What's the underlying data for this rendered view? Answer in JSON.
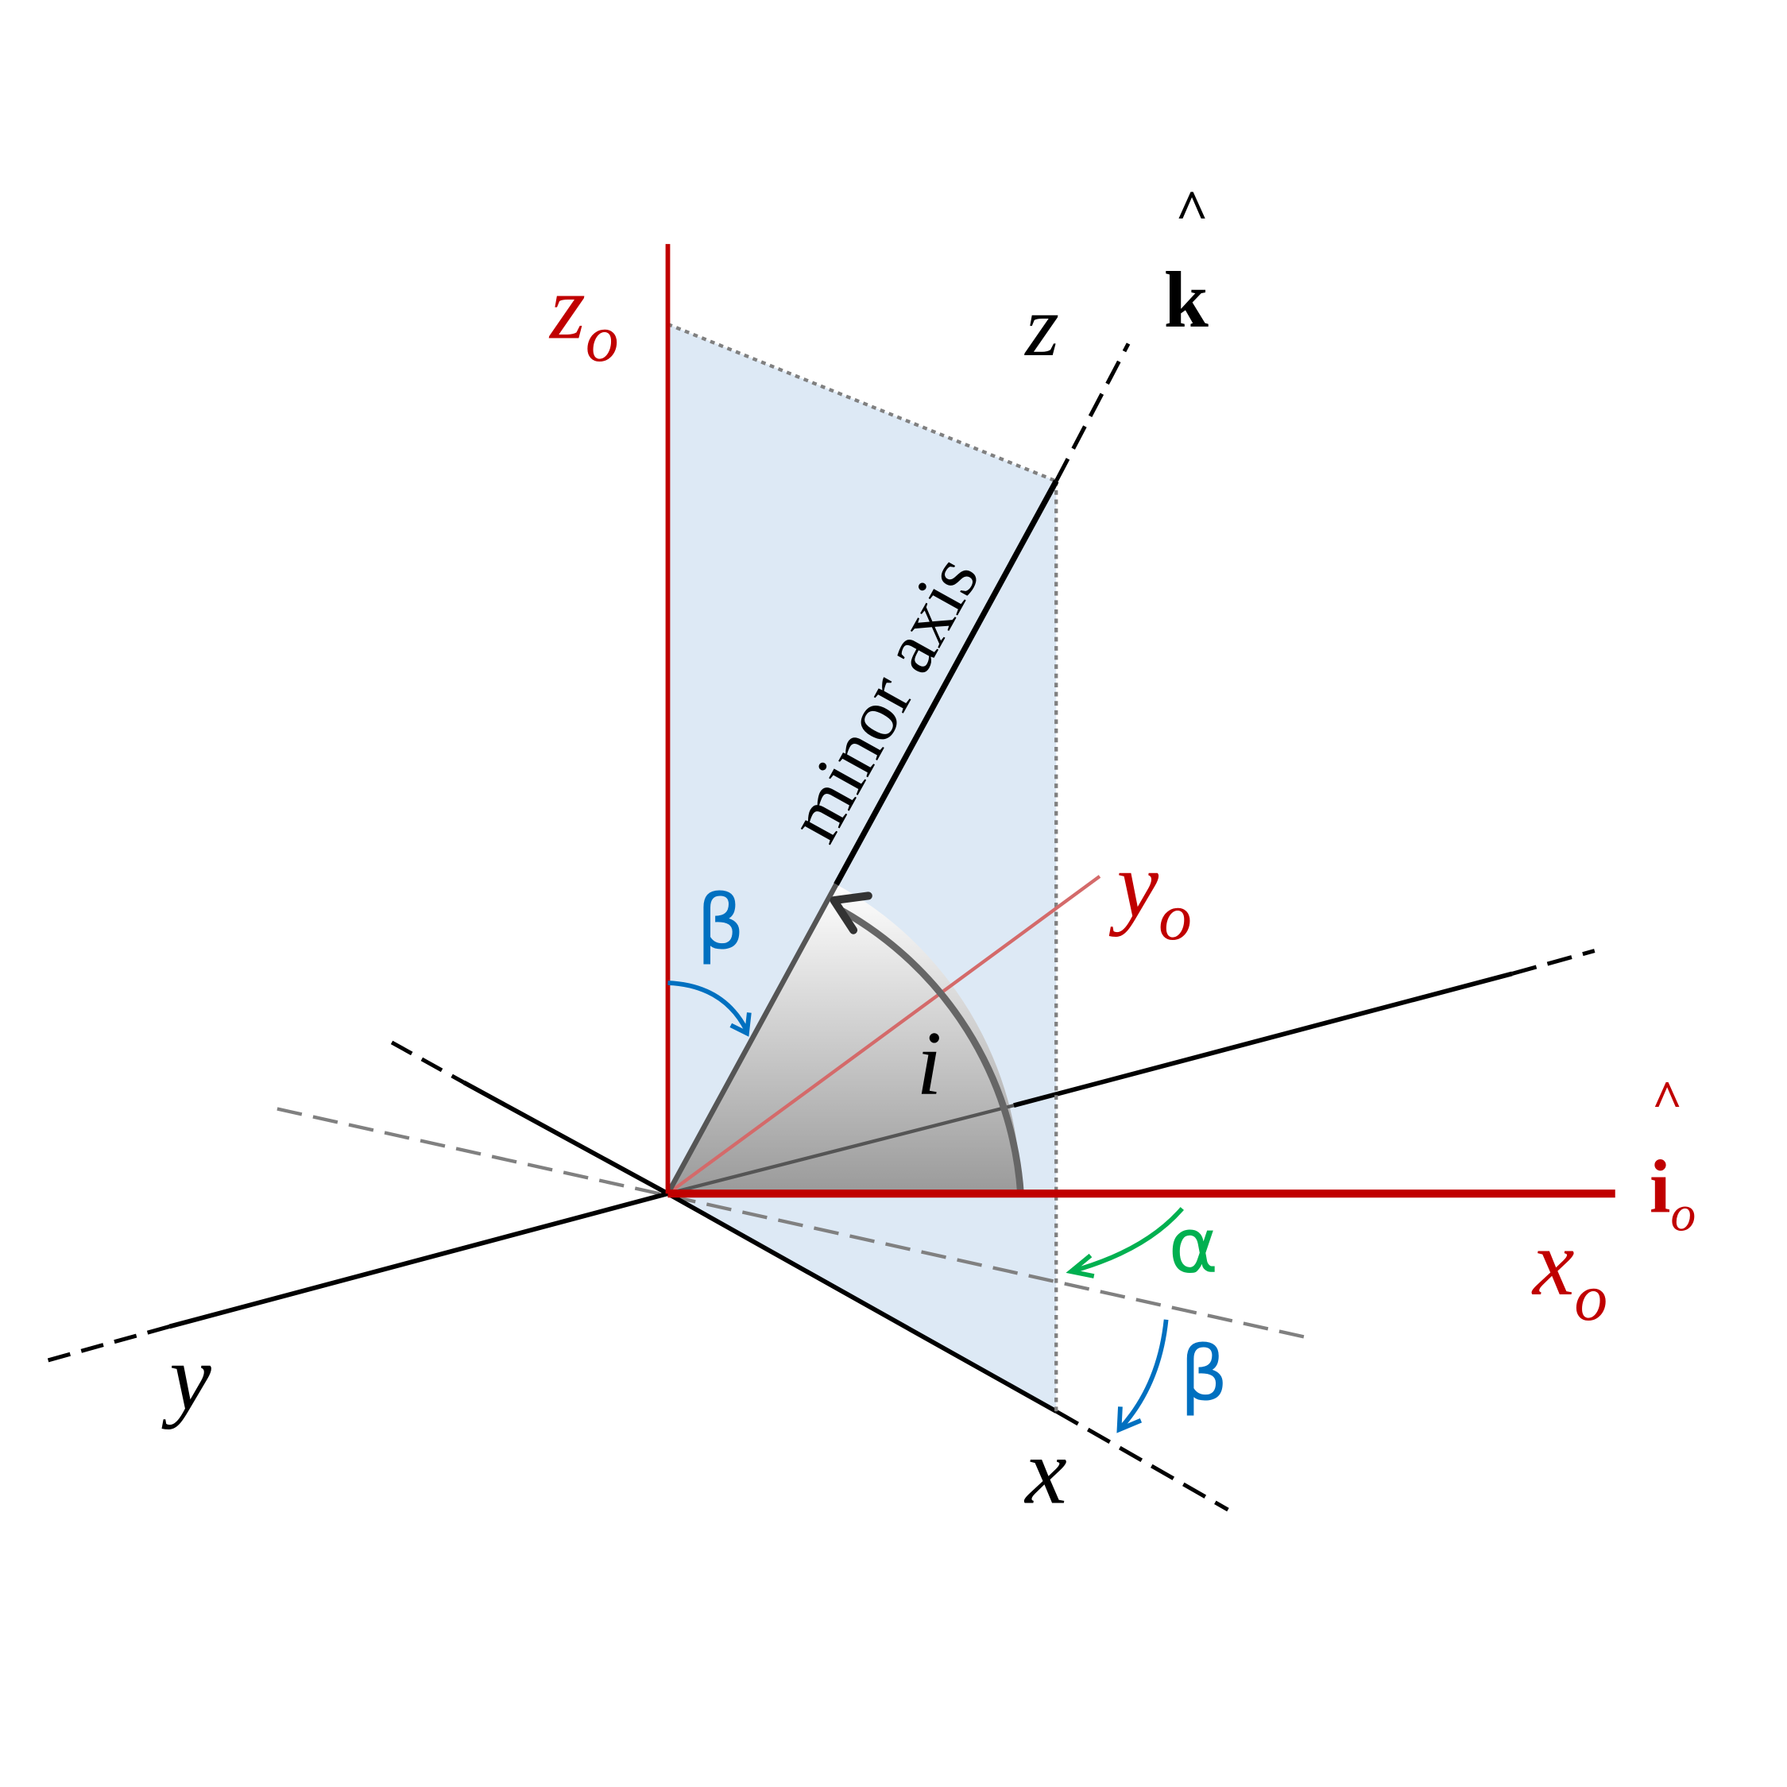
{
  "colors": {
    "observer_axes": "#c00000",
    "body_axes": "#000000",
    "plane_fill": "#dde9f5",
    "beta": "#0070c0",
    "alpha": "#00b050",
    "projection_dotted": "#808080"
  },
  "labels": {
    "z_o": {
      "main": "z",
      "sub": "o"
    },
    "y_o": {
      "main": "y",
      "sub": "o"
    },
    "x_o": {
      "main": "x",
      "sub": "o"
    },
    "i_hat_o": {
      "hat": "^",
      "main": "i",
      "sub": "o"
    },
    "k_hat": {
      "hat": "^",
      "main": "k"
    },
    "z": "z",
    "x": "x",
    "y": "y",
    "minor_axis": "minor axis",
    "inclination": "i",
    "alpha": "α",
    "beta_upper": "β",
    "beta_lower": "β"
  }
}
